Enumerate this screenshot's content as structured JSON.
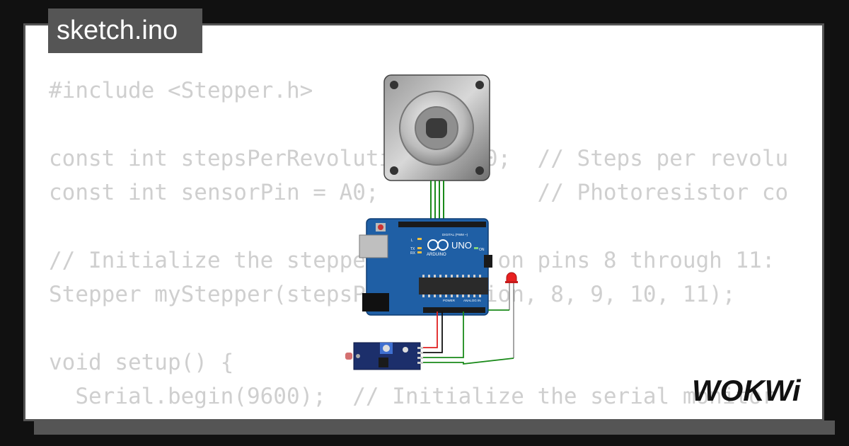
{
  "file_tab": {
    "name": "sketch.ino"
  },
  "code_lines": [
    "#include <Stepper.h>",
    "",
    "const int stepsPerRevolution = 200;  // Steps per revolu",
    "const int sensorPin = A0;            // Photoresistor co",
    "",
    "// Initialize the stepper library on pins 8 through 11:",
    "Stepper myStepper(stepsPerRevolution, 8, 9, 10, 11);",
    "",
    "void setup() {",
    "  Serial.begin(9600);  // Initialize the serial monitor",
    "}"
  ],
  "board": {
    "brand": "ARDUINO",
    "model": "UNO",
    "digital_label": "DIGITAL (PWM ~)",
    "power_label": "POWER",
    "analog_label": "ANALOG IN",
    "tx_label": "TX",
    "rx_label": "RX",
    "l_label": "L",
    "on_label": "ON"
  },
  "brand_logo": {
    "text": "WOKWi"
  },
  "colors": {
    "background": "#111111",
    "card": "#ffffff",
    "frame": "#555555",
    "code_text": "#cfcfcf",
    "board": "#1f5fa5",
    "wire_green": "#1a8a1a",
    "wire_red": "#e02020",
    "led_red": "#e82020"
  }
}
